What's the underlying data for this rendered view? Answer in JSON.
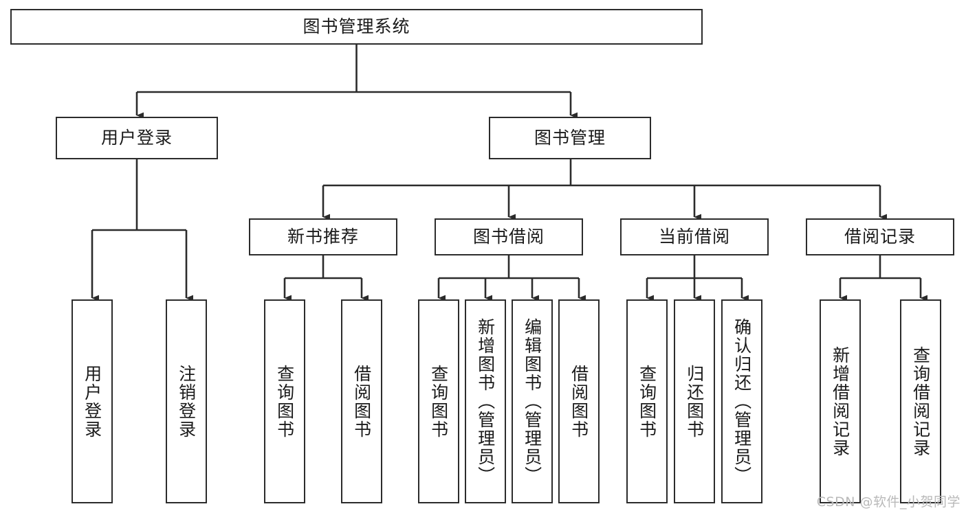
{
  "diagram": {
    "title": "图书管理系统",
    "watermark": "CSDN @软件_小贺同学",
    "colors": {
      "box_border": "#2b2b2b",
      "box_fill": "#ffffff",
      "connector": "#2b2b2b",
      "text": "#1a1a1a",
      "watermark": "#b9b9b9",
      "background": "#ffffff"
    },
    "root": {
      "label": "图书管理系统"
    },
    "level2": [
      {
        "label": "用户登录"
      },
      {
        "label": "图书管理"
      }
    ],
    "level3": [
      {
        "label": "新书推荐"
      },
      {
        "label": "图书借阅"
      },
      {
        "label": "当前借阅"
      },
      {
        "label": "借阅记录"
      }
    ],
    "leaves": {
      "user_login": [
        {
          "label": "用户登录"
        },
        {
          "label": "注销登录"
        }
      ],
      "new_book_recommend": [
        {
          "label": "查询图书"
        },
        {
          "label": "借阅图书"
        }
      ],
      "book_borrow": [
        {
          "label": "查询图书"
        },
        {
          "label": "新增图书（管理员）"
        },
        {
          "label": "编辑图书（管理员）"
        },
        {
          "label": "借阅图书"
        }
      ],
      "current_borrow": [
        {
          "label": "查询图书"
        },
        {
          "label": "归还图书"
        },
        {
          "label": "确认归还（管理员）"
        }
      ],
      "borrow_records": [
        {
          "label": "新增借阅记录"
        },
        {
          "label": "查询借阅记录"
        }
      ]
    }
  }
}
